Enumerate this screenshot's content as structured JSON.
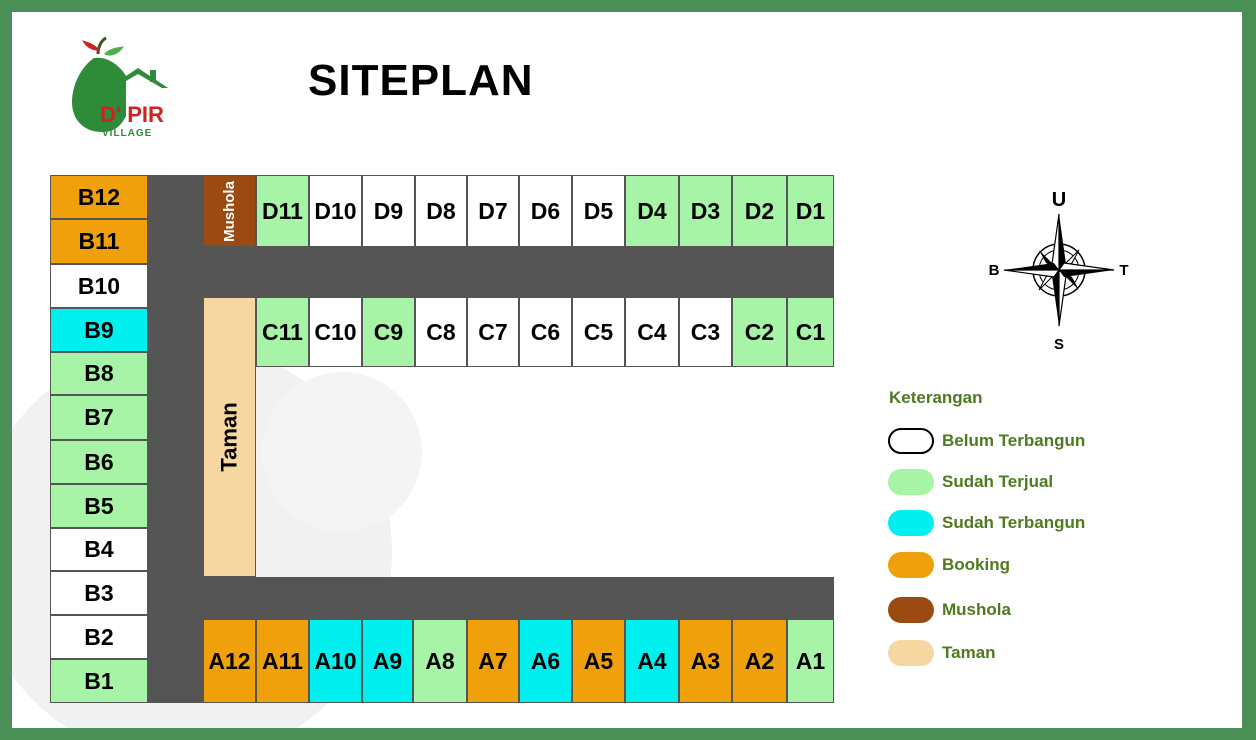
{
  "header": {
    "title": "SITEPLAN"
  },
  "logo": {
    "brand": "D' PIR",
    "sub": "VILLAGE"
  },
  "colors": {
    "belum": "#ffffff",
    "terjual": "#a7f4a7",
    "terbangun": "#00f0f0",
    "booking": "#f0a00a",
    "mushola": "#9b4a12",
    "taman": "#f6d7a2",
    "road": "#555555",
    "frame": "#4a8f55",
    "legend_text": "#4f7a1f"
  },
  "rows": {
    "B": [
      {
        "label": "B12",
        "status": "booking"
      },
      {
        "label": "B11",
        "status": "booking"
      },
      {
        "label": "B10",
        "status": "belum"
      },
      {
        "label": "B9",
        "status": "terbangun"
      },
      {
        "label": "B8",
        "status": "terjual"
      },
      {
        "label": "B7",
        "status": "terjual"
      },
      {
        "label": "B6",
        "status": "terjual"
      },
      {
        "label": "B5",
        "status": "terjual"
      },
      {
        "label": "B4",
        "status": "belum"
      },
      {
        "label": "B3",
        "status": "belum"
      },
      {
        "label": "B2",
        "status": "belum"
      },
      {
        "label": "B1",
        "status": "terjual"
      }
    ],
    "D": [
      {
        "label": "D11",
        "status": "terjual"
      },
      {
        "label": "D10",
        "status": "belum"
      },
      {
        "label": "D9",
        "status": "belum"
      },
      {
        "label": "D8",
        "status": "belum"
      },
      {
        "label": "D7",
        "status": "belum"
      },
      {
        "label": "D6",
        "status": "belum"
      },
      {
        "label": "D5",
        "status": "belum"
      },
      {
        "label": "D4",
        "status": "terjual"
      },
      {
        "label": "D3",
        "status": "terjual"
      },
      {
        "label": "D2",
        "status": "terjual"
      },
      {
        "label": "D1",
        "status": "terjual"
      }
    ],
    "C": [
      {
        "label": "C11",
        "status": "terjual"
      },
      {
        "label": "C10",
        "status": "belum"
      },
      {
        "label": "C9",
        "status": "terjual"
      },
      {
        "label": "C8",
        "status": "belum"
      },
      {
        "label": "C7",
        "status": "belum"
      },
      {
        "label": "C6",
        "status": "belum"
      },
      {
        "label": "C5",
        "status": "belum"
      },
      {
        "label": "C4",
        "status": "belum"
      },
      {
        "label": "C3",
        "status": "belum"
      },
      {
        "label": "C2",
        "status": "terjual"
      },
      {
        "label": "C1",
        "status": "terjual"
      }
    ],
    "A": [
      {
        "label": "A12",
        "status": "booking"
      },
      {
        "label": "A11",
        "status": "booking"
      },
      {
        "label": "A10",
        "status": "terbangun"
      },
      {
        "label": "A9",
        "status": "terbangun"
      },
      {
        "label": "A8",
        "status": "terjual"
      },
      {
        "label": "A7",
        "status": "booking"
      },
      {
        "label": "A6",
        "status": "terbangun"
      },
      {
        "label": "A5",
        "status": "booking"
      },
      {
        "label": "A4",
        "status": "terbangun"
      },
      {
        "label": "A3",
        "status": "booking"
      },
      {
        "label": "A2",
        "status": "booking"
      },
      {
        "label": "A1",
        "status": "terjual"
      }
    ]
  },
  "facilities": {
    "mushola": "Mushola",
    "taman": "Taman"
  },
  "compass": {
    "north": "U",
    "south": "S",
    "west": "B",
    "east": "T"
  },
  "legend": {
    "title": "Keterangan",
    "items": [
      {
        "key": "belum",
        "label": "Belum Terbangun"
      },
      {
        "key": "terjual",
        "label": "Sudah Terjual"
      },
      {
        "key": "terbangun",
        "label": "Sudah Terbangun"
      },
      {
        "key": "booking",
        "label": "Booking"
      },
      {
        "key": "mushola",
        "label": "Mushola"
      },
      {
        "key": "taman",
        "label": "Taman"
      }
    ]
  }
}
